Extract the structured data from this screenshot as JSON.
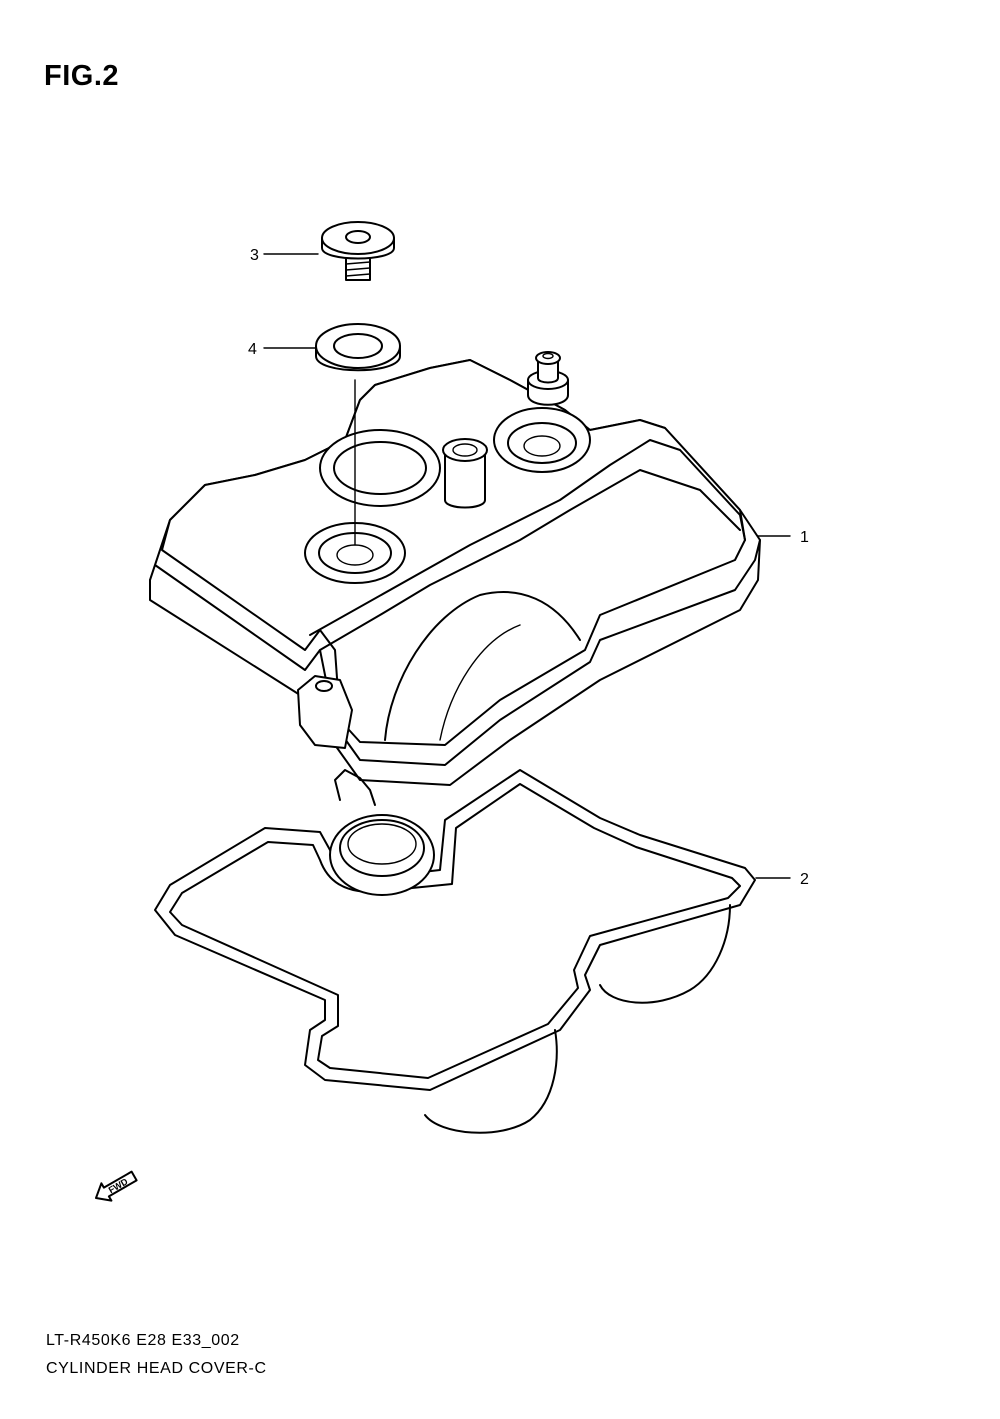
{
  "figure": {
    "title": "FIG.2"
  },
  "diagram": {
    "callouts": [
      {
        "number": "1",
        "part": "cylinder-head-cover"
      },
      {
        "number": "2",
        "part": "head-cover-gasket"
      },
      {
        "number": "3",
        "part": "cover-bolt"
      },
      {
        "number": "4",
        "part": "bolt-seal-washer"
      }
    ],
    "fwd_marker": {
      "label": "FWD",
      "icon": "forward-arrow-icon"
    }
  },
  "caption": {
    "model_code": "LT-R450K6 E28 E33_002",
    "name": "CYLINDER HEAD COVER-C"
  }
}
